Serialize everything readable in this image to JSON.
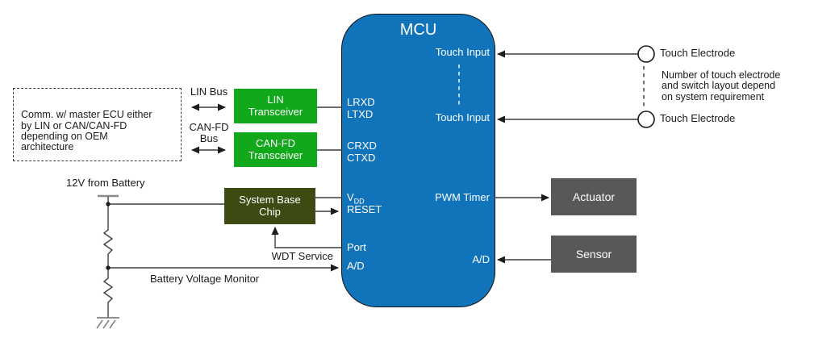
{
  "labels": {
    "lin_bus": "LIN Bus",
    "canfd_bus": "CAN-FD\nBus",
    "twelve_v": "12V from Battery",
    "wdt_service": "WDT Service",
    "battery_voltage_monitor": "Battery Voltage Monitor"
  },
  "notes": {
    "comm": "Comm. w/ master ECU either\nby LIN or CAN/CAN-FD\ndepending on OEM\narchitecture",
    "touch": "Number of touch electrode\nand switch layout depend\non system requirement"
  },
  "blocks": {
    "mcu_title": "MCU",
    "lin_transceiver": "LIN\nTransceiver",
    "canfd_transceiver": "CAN-FD\nTransceiver",
    "system_base_chip": "System Base\nChip",
    "actuator": "Actuator",
    "sensor": "Sensor"
  },
  "mcu_pins": {
    "touch_input_1": "Touch Input",
    "touch_input_2": "Touch Input",
    "lrxd_ltxd": "LRXD\nLTXD",
    "crxd_ctxd": "CRXD\nCTXD",
    "vdd_base": "V",
    "vdd_sub": "DD",
    "reset": "RESET",
    "port": "Port",
    "adc_left": "A/D",
    "pwm_timer": "PWM Timer",
    "adc_right": "A/D"
  },
  "electrodes": {
    "label_1": "Touch Electrode",
    "label_2": "Touch Electrode"
  },
  "colors": {
    "mcu_blue": "#1173B9",
    "transceiver_green": "#12A81C",
    "sbc_olive": "#3D4B13",
    "block_gray": "#57585A",
    "wire": "#3F3F3F"
  }
}
